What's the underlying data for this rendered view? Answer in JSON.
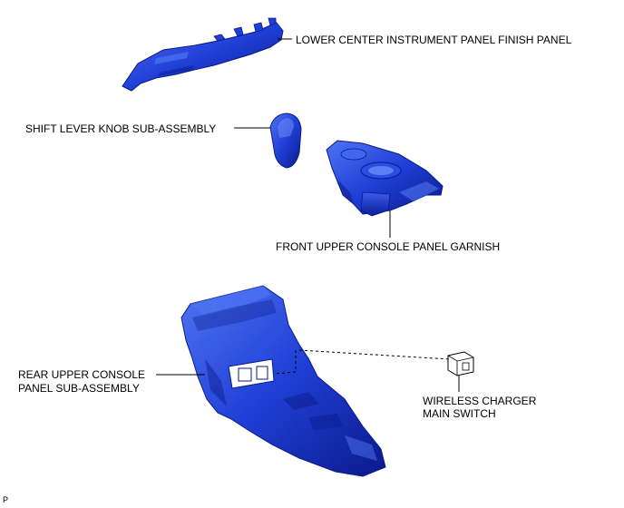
{
  "labels": {
    "lower_center_panel": "LOWER CENTER INSTRUMENT PANEL FINISH PANEL",
    "shift_knob": "SHIFT LEVER KNOB SUB-ASSEMBLY",
    "front_garnish": "FRONT UPPER CONSOLE PANEL GARNISH",
    "rear_console_line1": "REAR UPPER CONSOLE",
    "rear_console_line2": "PANEL SUB-ASSEMBLY",
    "wireless_line1": "WIRELESS CHARGER",
    "wireless_line2": "MAIN SWITCH"
  },
  "figure_code": "P",
  "colors": {
    "part_fill": "#1f3fd6",
    "part_dark": "#0a1a8a",
    "part_light": "#4f74f2",
    "line": "#000000",
    "background": "#ffffff"
  }
}
